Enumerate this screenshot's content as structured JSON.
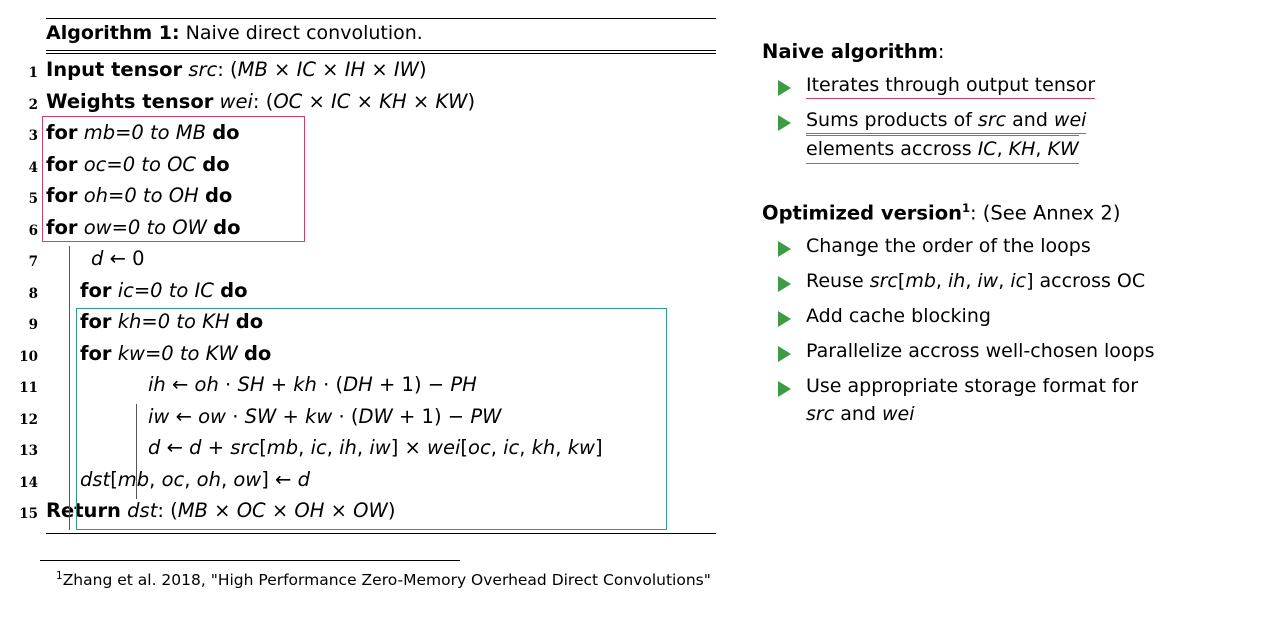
{
  "algorithm": {
    "title_label": "Algorithm 1:",
    "title_caption": "Naive direct convolution.",
    "lines": [
      {
        "n": "1",
        "indent": 0,
        "text": "Input tensor src: (MB × IC × IH × IW)"
      },
      {
        "n": "2",
        "indent": 0,
        "text": "Weights tensor wei: (OC × IC × KH × KW)"
      },
      {
        "n": "3",
        "indent": 0,
        "text": "for mb=0 to MB do"
      },
      {
        "n": "4",
        "indent": 0,
        "text": "for oc=0 to OC do"
      },
      {
        "n": "5",
        "indent": 0,
        "text": "for oh=0 to OH do"
      },
      {
        "n": "6",
        "indent": 0,
        "text": "for ow=0 to OW do"
      },
      {
        "n": "7",
        "indent": 1,
        "text": "d ← 0"
      },
      {
        "n": "8",
        "indent": 1,
        "text": "for ic=0 to IC do"
      },
      {
        "n": "9",
        "indent": 1,
        "text": "for kh=0 to KH do"
      },
      {
        "n": "10",
        "indent": 1,
        "text": "for kw=0 to KW do"
      },
      {
        "n": "11",
        "indent": 2,
        "text": "ih ← oh · SH + kh · (DH + 1) − PH"
      },
      {
        "n": "12",
        "indent": 2,
        "text": "iw ← ow · SW + kw · (DW + 1) − PW"
      },
      {
        "n": "13",
        "indent": 2,
        "text": "d ← d + src[mb, ic, ih, iw] × wei[oc, ic, kh, kw]"
      },
      {
        "n": "14",
        "indent": 1,
        "text": "dst[mb, oc, oh, ow] ← d"
      },
      {
        "n": "15",
        "indent": 0,
        "text": "Return dst: (MB × OC × OH × OW)"
      }
    ],
    "highlight_boxes": [
      {
        "name": "outer-loops-box",
        "color": "#d13f6e",
        "lines": "3-6"
      },
      {
        "name": "inner-loops-box",
        "color": "#2f9a94",
        "lines": "8-14"
      }
    ]
  },
  "footnote": {
    "marker": "1",
    "text": "Zhang et al. 2018, \"High Performance Zero-Memory Overhead Direct Convolutions\""
  },
  "panel": {
    "naive": {
      "heading_bold": "Naive algorithm",
      "heading_rest": ":",
      "bullets": [
        {
          "line1": "Iterates through output tensor",
          "line2": "",
          "underline": "pink"
        },
        {
          "line1": "Sums products of src and wei",
          "line2": "elements accross IC, KH, KW",
          "underline": "teal"
        }
      ]
    },
    "optimized": {
      "heading_bold": "Optimized version",
      "heading_sup": "1",
      "heading_rest": ": (See Annex 2)",
      "bullets": [
        {
          "line1": "Change the order of the loops",
          "line2": ""
        },
        {
          "line1": "Reuse src[mb, ih, iw, ic] accross OC",
          "line2": ""
        },
        {
          "line1": "Add cache blocking",
          "line2": ""
        },
        {
          "line1": "Parallelize accross well-chosen loops",
          "line2": ""
        },
        {
          "line1": "Use appropriate storage format for",
          "line2": "src and wei"
        }
      ]
    }
  },
  "colors": {
    "pink": "#d13f6e",
    "teal": "#2f9a94",
    "bullet_green": "#3d9a45",
    "text": "#000000",
    "background": "#ffffff"
  }
}
